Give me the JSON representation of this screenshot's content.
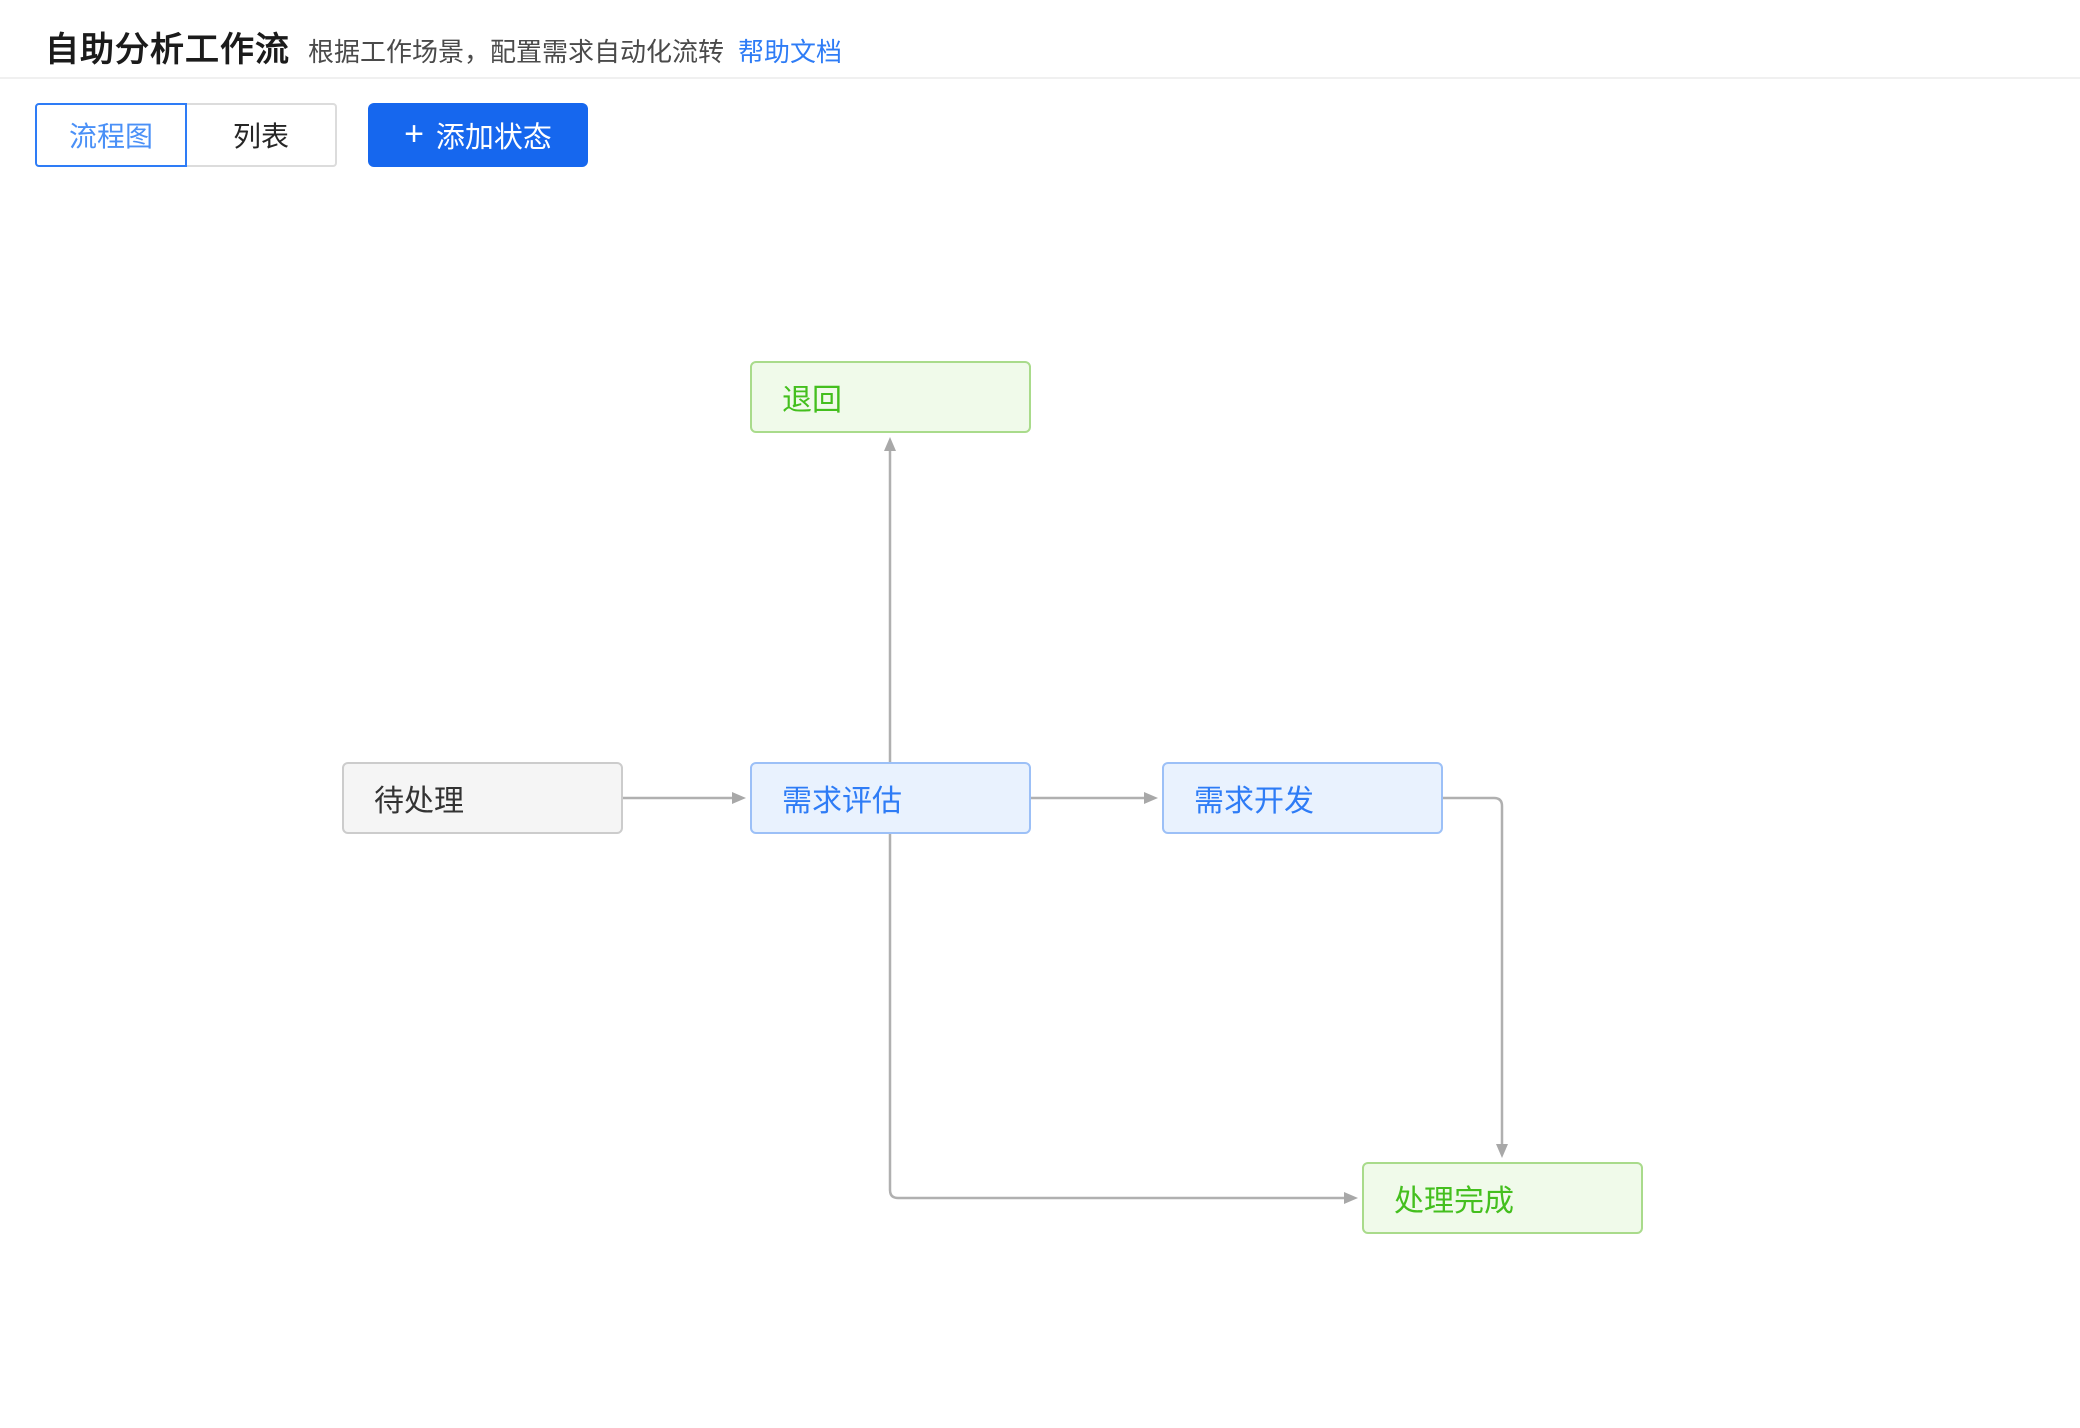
{
  "header": {
    "title": "自助分析工作流",
    "subtitle": "根据工作场景，配置需求自动化流转",
    "help_link": "帮助文档"
  },
  "toolbar": {
    "view_tabs": [
      {
        "label": "流程图",
        "active": true
      },
      {
        "label": "列表",
        "active": false
      }
    ],
    "add_button": {
      "icon": "plus-icon",
      "plus_glyph": "+",
      "label": "添加状态"
    }
  },
  "flowchart": {
    "nodes": [
      {
        "id": "pending",
        "label": "待处理",
        "style": "gray"
      },
      {
        "id": "eval",
        "label": "需求评估",
        "style": "blue"
      },
      {
        "id": "dev",
        "label": "需求开发",
        "style": "blue"
      },
      {
        "id": "return",
        "label": "退回",
        "style": "green"
      },
      {
        "id": "done",
        "label": "处理完成",
        "style": "green"
      }
    ],
    "edges": [
      {
        "from": "待处理",
        "to": "需求评估"
      },
      {
        "from": "需求评估",
        "to": "需求开发"
      },
      {
        "from": "需求评估",
        "to": "退回"
      },
      {
        "from": "需求评估",
        "to": "处理完成"
      },
      {
        "from": "需求开发",
        "to": "处理完成"
      }
    ]
  },
  "colors": {
    "primary_button": "#1667ee",
    "link_blue": "#2e7cf6",
    "active_tab_border": "#2e7cf6",
    "node_blue_bg": "#e9f2fe",
    "node_blue_border": "#9cc0f7",
    "node_blue_text": "#2e7cf6",
    "node_green_bg": "#f0faea",
    "node_green_border": "#a9db8b",
    "node_green_text": "#44bf1e",
    "node_gray_bg": "#f5f5f5",
    "node_gray_border": "#cccccc",
    "node_gray_text": "#333333",
    "arrow": "#aeaeae"
  }
}
